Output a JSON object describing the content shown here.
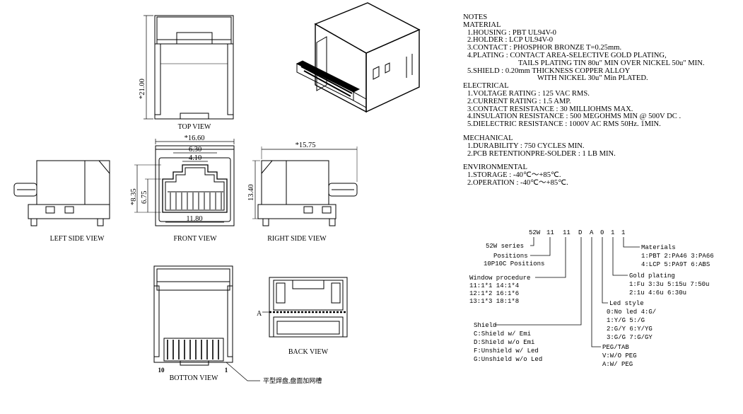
{
  "views": {
    "top": "TOP VIEW",
    "left_side": "LEFT SIDE VIEW",
    "front": "FRONT VIEW",
    "right_side": "RIGHT SIDE VIEW",
    "bottom": "BOTTON VIEW",
    "back": "BACK VIEW"
  },
  "dimensions": {
    "height_top": "*21.00",
    "width_front": "*16.60",
    "d630": "6.30",
    "d410": "4.10",
    "d835": "*8.35",
    "d675": "6.75",
    "d1180": "11.80",
    "d1340": "13.40",
    "d1575": "*15.75"
  },
  "pins": {
    "left": "10",
    "right": "1"
  },
  "section_marker": "A",
  "chinese_note": "平型焊盘,盘面加网槽",
  "notes": {
    "title": "NOTES",
    "material_header": "MATERIAL",
    "material": [
      "1.HOUSING : PBT  UL94V-0",
      "2.HOLDER  : LCP  UL94V-0",
      "3.CONTACT  : PHOSPHOR BRONZE T=0.25mm.",
      "4.PLATING    : CONTACT AREA-SELECTIVE GOLD PLATING,",
      "TAILS PLATING TIN 80u\" MIN OVER NICKEL 50u\" MIN.",
      "5.SHIELD  : 0.20mm THICKNESS COPPER ALLOY",
      "WITH NICKEL 30u\" Min PLATED."
    ],
    "electrical_header": "ELECTRICAL",
    "electrical": [
      "1.VOLTAGE RATING  : 125 VAC RMS.",
      "2.CURRENT RATING   : 1.5 AMP.",
      "3.CONTACT RESISTANCE  : 30 MILLIOHMS MAX.",
      "4.INSULATION RESISTANCE : 500 MEGOHMS MIN @ 500V DC .",
      "5.DIELECTRIC RESISTANCE  : 1000V AC RMS 50Hz. 1MIN."
    ],
    "mechanical_header": "MECHANICAL",
    "mechanical": [
      "1.DURABILITY  : 750 CYCLES MIN.",
      "2.PCB RETENTIONPRE-SOLDER  : 1 LB MIN."
    ],
    "environmental_header": "ENVIRONMENTAL",
    "environmental": [
      "1.STORAGE      : -40℃～+85℃.",
      "2.OPERATION  : -40℃～+85℃."
    ]
  },
  "part_code": {
    "segments": [
      "52W",
      "11",
      "11",
      "D",
      "A",
      "0",
      "1",
      "1"
    ],
    "series": "52W series",
    "positions": [
      "Positions",
      "10P10C Positions"
    ],
    "window": [
      "Window procedure",
      "11:1*1  14:1*4",
      "12:1*2  16:1*6",
      "13:1*3  18:1*8"
    ],
    "shield": [
      "Shield",
      "C:Shield w/ Emi",
      "D:Shield w/o Emi",
      "F:Unshield w/ Led",
      "G:Unshield w/o Led"
    ],
    "peg": [
      "PEG/TAB",
      "V:W/O PEG",
      "A:W/ PEG"
    ],
    "led": [
      "Led style",
      "0:No led  4:G/",
      "1:Y/G      5:/G",
      "2:G/Y      6:Y/YG",
      "3:G/G      7:G/GY"
    ],
    "gold": [
      "Gold plating",
      "1:Fu 3:3u 5:15u 7:50u",
      "2:1u 4:6u 6:30u"
    ],
    "materials": [
      "Materials",
      "1:PBT 2:PA46 3:PA66",
      "4:LCP 5:PA9T 6:ABS"
    ]
  }
}
